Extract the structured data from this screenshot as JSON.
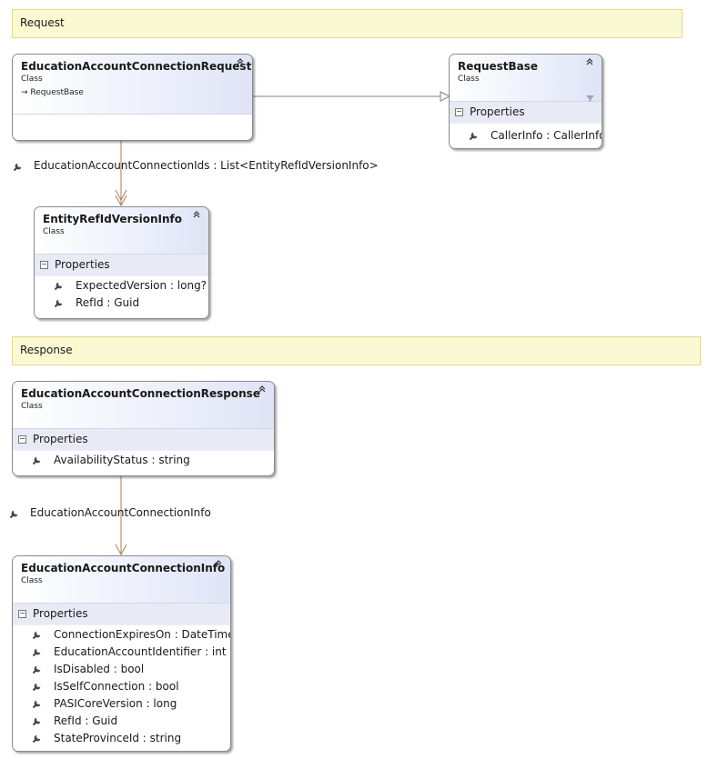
{
  "regions": {
    "request": "Request",
    "response": "Response"
  },
  "classes": {
    "request": {
      "title": "EducationAccountConnectionRequest",
      "kind": "Class",
      "inherits": "RequestBase"
    },
    "request_base": {
      "title": "RequestBase",
      "kind": "Class",
      "section": "Properties",
      "props": [
        "CallerInfo : CallerInfo"
      ]
    },
    "entity_ref": {
      "title": "EntityRefIdVersionInfo",
      "kind": "Class",
      "section": "Properties",
      "props": [
        "ExpectedVersion : long?",
        "RefId : Guid"
      ]
    },
    "response": {
      "title": "EducationAccountConnectionResponse",
      "kind": "Class",
      "section": "Properties",
      "props": [
        "AvailabilityStatus : string"
      ]
    },
    "info": {
      "title": "EducationAccountConnectionInfo",
      "kind": "Class",
      "section": "Properties",
      "props": [
        "ConnectionExpiresOn : DateTime?",
        "EducationAccountIdentifier : int",
        "IsDisabled : bool",
        "IsSelfConnection : bool",
        "PASICoreVersion : long",
        "RefId : Guid",
        "StateProvinceId : string"
      ]
    }
  },
  "associations": {
    "ids": "EducationAccountConnectionIds : List<EntityRefIdVersionInfo>",
    "info": "EducationAccountConnectionInfo"
  },
  "colors": {
    "association_line": "#b07a55",
    "inheritance_line": "#808080",
    "region_fill": "#fbf9d2"
  }
}
